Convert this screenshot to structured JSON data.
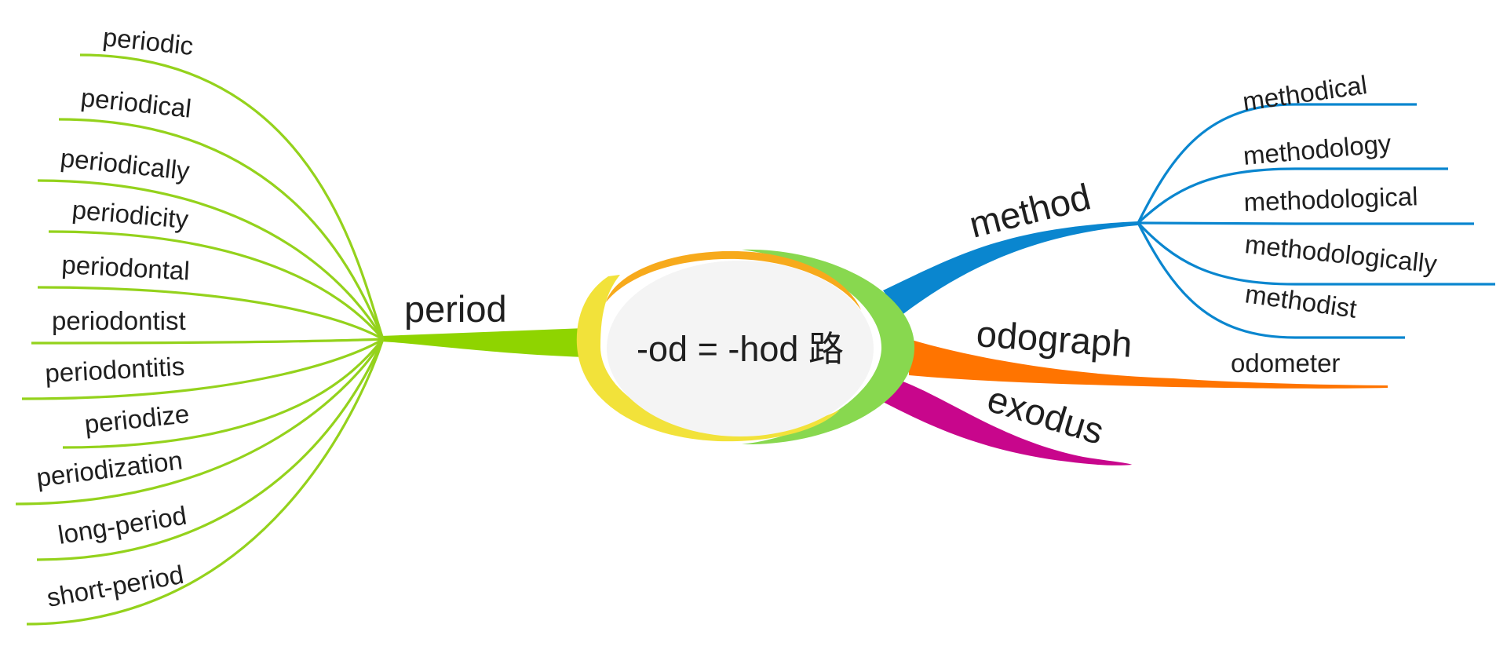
{
  "center": {
    "label": "-od = -hod 路"
  },
  "colors": {
    "period": "#8fd400",
    "period_leaf": "#94d21c",
    "method": "#0a86cf",
    "odograph": "#ff7400",
    "exodus": "#c8068c",
    "ring_yellow": "#f2e23a",
    "ring_orange": "#f7aa1c",
    "ring_green": "#88d84f",
    "center_fill": "#f4f4f4"
  },
  "branches": {
    "period": {
      "label": "period",
      "children": [
        "periodic",
        "periodical",
        "periodically",
        "periodicity",
        "periodontal",
        "periodontist",
        "periodontitis",
        "periodize",
        "periodization",
        "long-period",
        "short-period"
      ]
    },
    "method": {
      "label": "method",
      "children": [
        "methodical",
        "methodology",
        "methodological",
        "methodologically",
        "methodist"
      ]
    },
    "odograph": {
      "label": "odograph",
      "children": [
        "odometer"
      ]
    },
    "exodus": {
      "label": "exodus",
      "children": []
    }
  }
}
